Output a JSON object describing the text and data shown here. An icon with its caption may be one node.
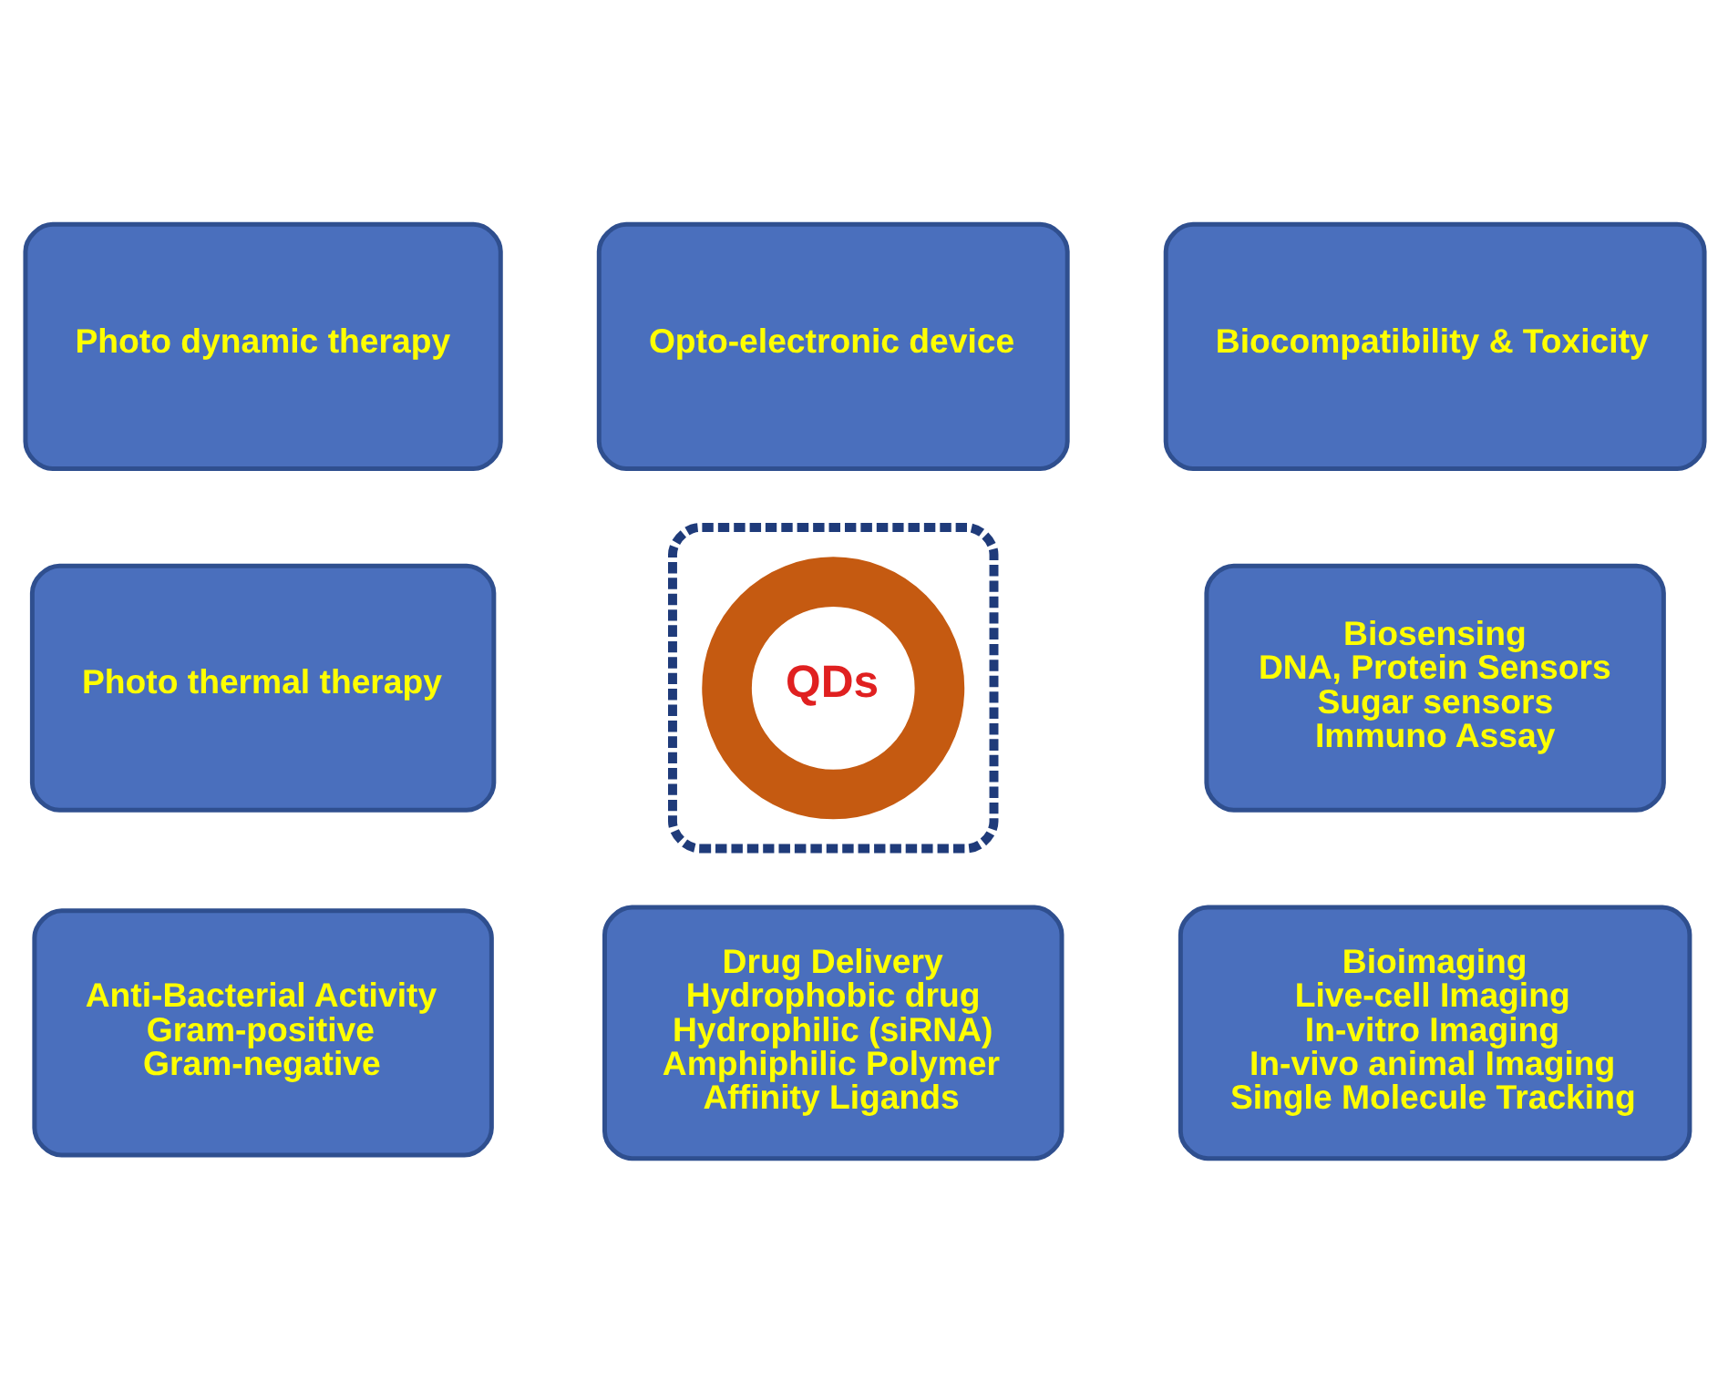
{
  "diagram": {
    "nodes": [
      {
        "text": [],
        "shape": "star"
      },
      {
        "text": [
          "QDs"
        ],
        "in": 0
      },
      {
        "text": [
          "Photo dynamic therapy"
        ]
      },
      {
        "text": [
          "Opto-electronic device"
        ]
      },
      {
        "text": [
          "Biocompatibility & Toxicity"
        ]
      },
      {
        "text": [
          "Photo thermal therapy"
        ]
      },
      {
        "text": [
          "Biosensing",
          "DNA, Protein Sensors",
          "Sugar sensors",
          "Immuno Assay"
        ]
      },
      {
        "text": [
          "Anti-Bacterial Activity",
          "Gram-positive",
          "Gram-negative"
        ]
      },
      {
        "text": [
          "Drug Delivery",
          "Hydrophobic drug",
          "Hydrophilic (siRNA)",
          "Amphiphilic Polymer",
          "Affinity Ligands"
        ]
      },
      {
        "text": [
          "Bioimaging",
          "Live-cell Imaging",
          "In-vitro Imaging",
          "In-vivo animal Imaging",
          "Single Molecule Tracking"
        ]
      }
    ]
  }
}
